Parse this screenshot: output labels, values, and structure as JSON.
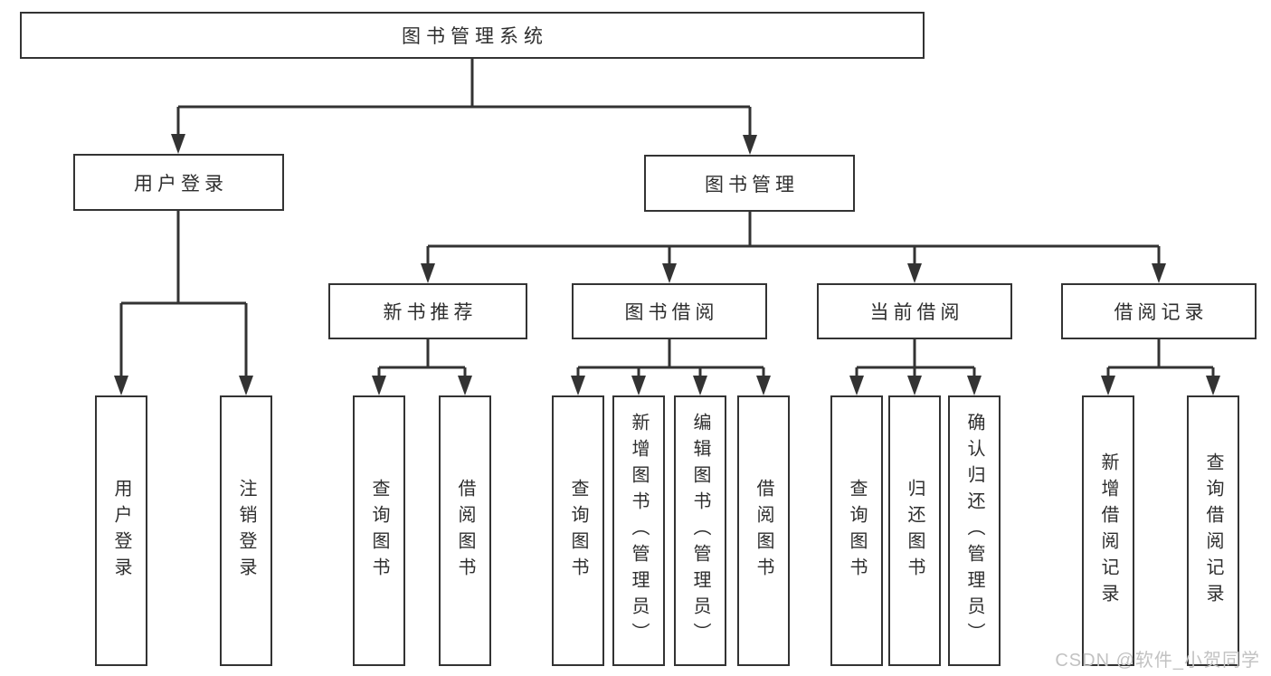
{
  "diagram_title": "图书管理系统",
  "nodes": {
    "root": "图书管理系统",
    "branches": [
      {
        "label": "用户登录",
        "children": [
          "用户登录",
          "注销登录"
        ]
      },
      {
        "label": "图书管理",
        "sections": [
          {
            "label": "新书推荐",
            "children": [
              "查询图书",
              "借阅图书"
            ]
          },
          {
            "label": "图书借阅",
            "children": [
              "查询图书",
              "新增图书（管理员）",
              "编辑图书（管理员）",
              "借阅图书"
            ]
          },
          {
            "label": "当前借阅",
            "children": [
              "查询图书",
              "归还图书",
              "确认归还（管理员）"
            ]
          },
          {
            "label": "借阅记录",
            "children": [
              "新增借阅记录",
              "查询借阅记录"
            ]
          }
        ]
      }
    ]
  },
  "watermark": "CSDN @软件_小贺同学",
  "colors": {
    "line": "#333333",
    "text": "#2e2e2e",
    "background": "#ffffff",
    "watermark": "#c2c2c2"
  }
}
